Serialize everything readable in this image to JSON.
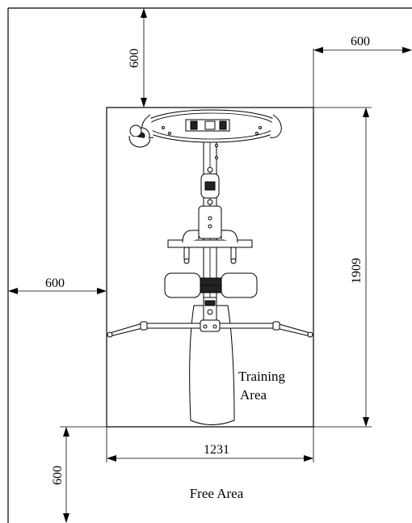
{
  "dimensions": {
    "top": "600",
    "right_top": "600",
    "left": "600",
    "height": "1909",
    "width": "1231",
    "bottom": "600"
  },
  "areas": {
    "training_line1": "Training",
    "training_line2": "Area",
    "free": "Free Area"
  },
  "colors": {
    "line": "#000000",
    "background": "#ffffff"
  }
}
